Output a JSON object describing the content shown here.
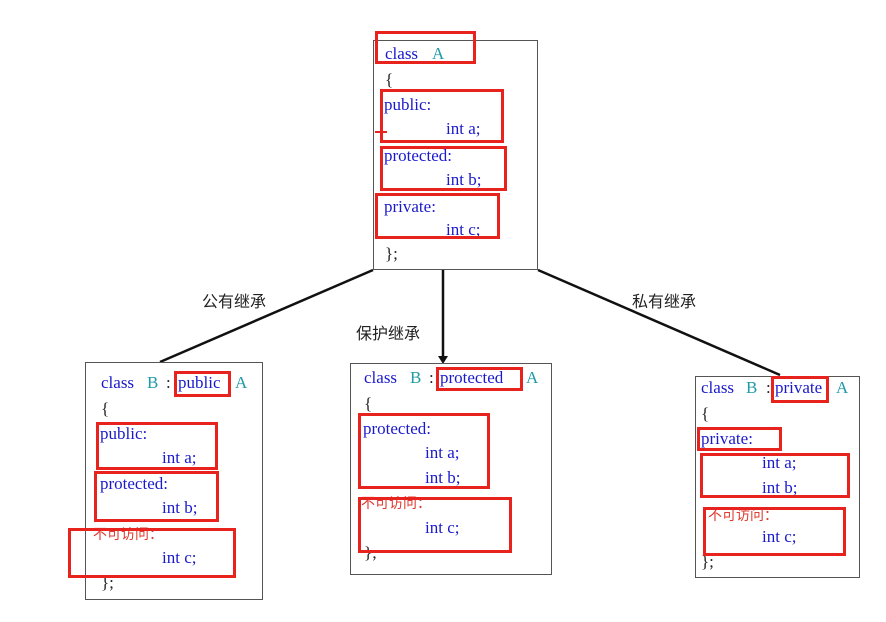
{
  "root": {
    "kw": "class",
    "name": "A",
    "open": "{",
    "close": "};",
    "public_label": "public:",
    "public_member": "int a;",
    "protected_label": "protected:",
    "protected_member": "int b;",
    "private_label": "private:",
    "private_member": "int c;"
  },
  "edges": {
    "public": "公有继承",
    "protected": "保护继承",
    "private": "私有继承"
  },
  "child_public": {
    "kw": "class",
    "name": "B",
    "sep": ":",
    "mode": "public",
    "base": "A",
    "open": "{",
    "close": "};",
    "section1_label": "public:",
    "section1_member": "int a;",
    "section2_label": "protected:",
    "section2_member": "int b;",
    "inaccessible_label": "不可访问：",
    "inaccessible_member": "int c;"
  },
  "child_protected": {
    "kw": "class",
    "name": "B",
    "sep": ":",
    "mode": "protected",
    "base": "A",
    "open": "{",
    "close": "};",
    "section_label": "protected:",
    "member_a": "int a;",
    "member_b": "int b;",
    "inaccessible_label": "不可访问：",
    "inaccessible_member": "int c;"
  },
  "child_private": {
    "kw": "class",
    "name": "B",
    "sep": ":",
    "mode": "private",
    "base": "A",
    "open": "{",
    "close": "};",
    "section_label": "private:",
    "member_a": "int a;",
    "member_b": "int b;",
    "inaccessible_label": "不可访问：",
    "inaccessible_member": "int c;"
  },
  "colors": {
    "keyword": "#1a1acb",
    "class_name": "#1f9aa6",
    "highlight": "#e8221c",
    "inaccessible_text": "#e0392f",
    "line": "#111111"
  }
}
